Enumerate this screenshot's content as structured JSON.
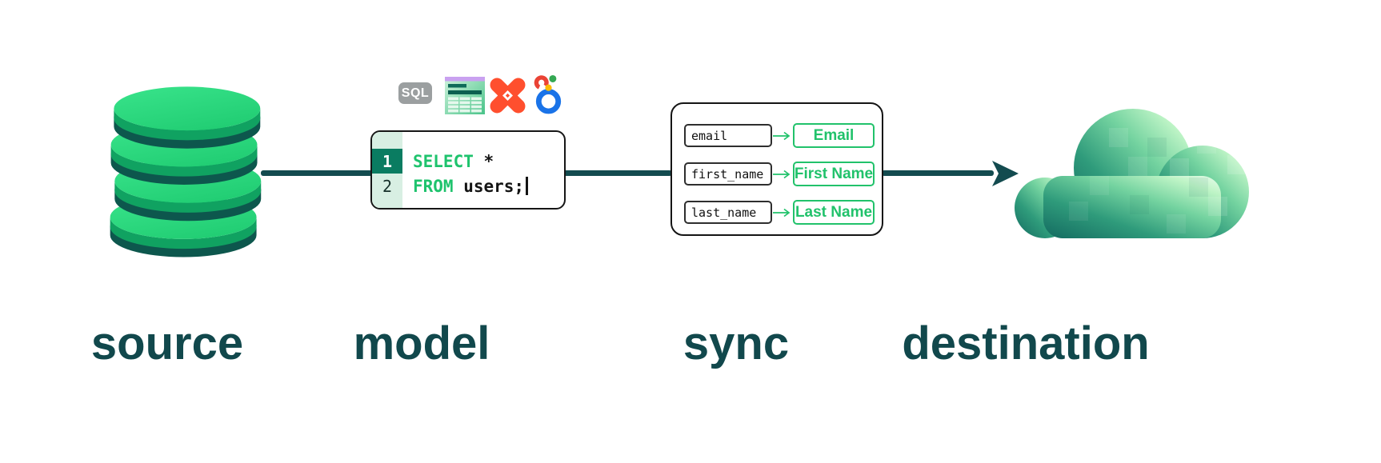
{
  "stages": [
    {
      "label": "source"
    },
    {
      "label": "model"
    },
    {
      "label": "sync"
    },
    {
      "label": "destination"
    }
  ],
  "model": {
    "sql_badge_label": "SQL",
    "code": {
      "lines": [
        {
          "number": "1",
          "keyword": "SELECT",
          "rest": " *"
        },
        {
          "number": "2",
          "keyword": "FROM",
          "rest": " users;"
        }
      ],
      "cursor": "|"
    }
  },
  "sync": {
    "mappings": [
      {
        "field": "email",
        "target": "Email"
      },
      {
        "field": "first_name",
        "target": "First Name"
      },
      {
        "field": "last_name",
        "target": "Last Name"
      }
    ]
  },
  "colors": {
    "accent_green": "#21C26B",
    "database_green": "#2BD97D",
    "dark_teal": "#134B4F",
    "dbt_orange": "#FF4F2E",
    "looker_blue": "#1A73E8",
    "badge_gray": "#9B9FA0"
  }
}
